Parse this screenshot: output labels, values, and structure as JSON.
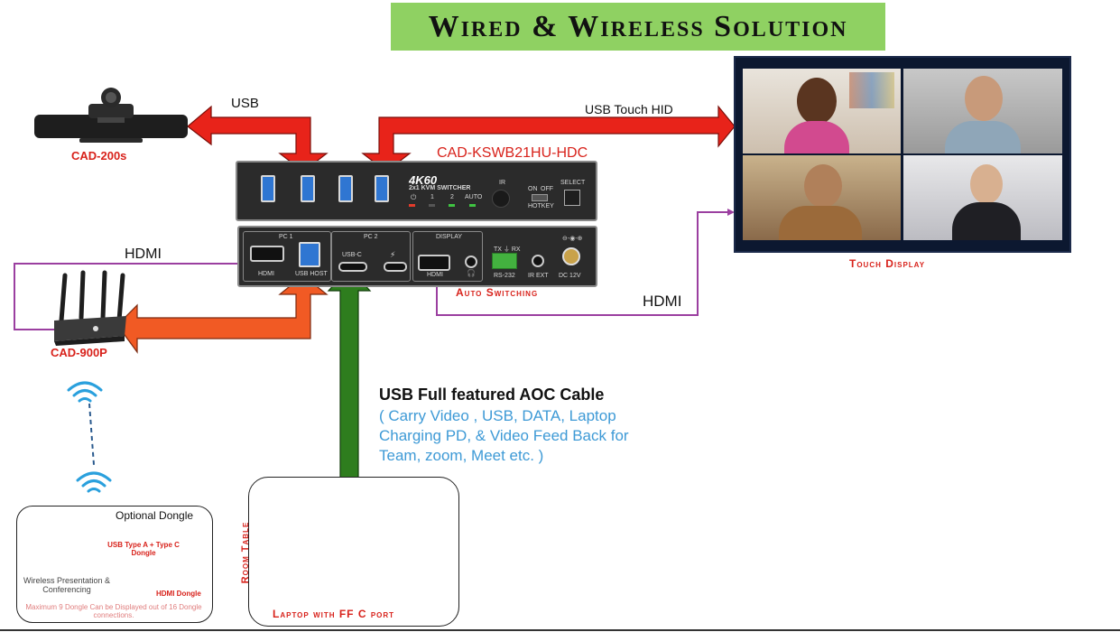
{
  "title": "Wired & Wireless Solution",
  "devices": {
    "camera": "CAD-200s",
    "switcher": "CAD-KSWB21HU-HDC",
    "router": "CAD-900P",
    "display": "Touch Display",
    "laptop": "Laptop with FF C port",
    "table": "Room Table"
  },
  "connections": {
    "usb": "USB",
    "usb_touch": "USB Touch HID",
    "hdmi_left": "HDMI",
    "hdmi_right": "HDMI",
    "auto_switching": "Auto Switching"
  },
  "callout": {
    "heading": "USB Full featured AOC Cable",
    "body_1": "( Carry Video , USB, DATA, Laptop",
    "body_2": "Charging PD, & Video Feed Back for",
    "body_3": "Team, zoom, Meet etc. )"
  },
  "kvm_front": {
    "brand": "4K60",
    "subtitle": "2x1 KVM SWITCHER",
    "led_1": "1",
    "led_2": "2",
    "led_auto": "AUTO",
    "ir": "IR",
    "on": "ON",
    "off": "OFF",
    "hotkey": "HOTKEY",
    "select": "SELECT"
  },
  "kvm_back": {
    "pc1": "PC 1",
    "pc2": "PC 2",
    "display": "DISPLAY",
    "hdmi": "HDMI",
    "usb_host": "USB HOST",
    "usb_c": "USB-C",
    "hdmi_out": "HDMI",
    "txrx": "TX ⏚ RX",
    "rs232": "RS-232",
    "ir_ext": "IR EXT",
    "dc": "DC 12V"
  },
  "dongle_panel": {
    "title": "Optional Dongle",
    "dongle_1": "USB Type A + Type C Dongle",
    "dongle_2": "HDMI Dongle",
    "label": "Wireless Presentation & Conferencing",
    "note": "Maximum 9 Dongle Can be Displayed out of 16 Dongle connections."
  },
  "colors": {
    "red_arrow": "#e8231a",
    "orange_arrow": "#f15a24",
    "green_arrow": "#2e7d1e",
    "purple_line": "#9b3fa0",
    "label_red": "#d8221b",
    "title_bg": "#8fd162",
    "callout_blue": "#3e9ad6"
  }
}
